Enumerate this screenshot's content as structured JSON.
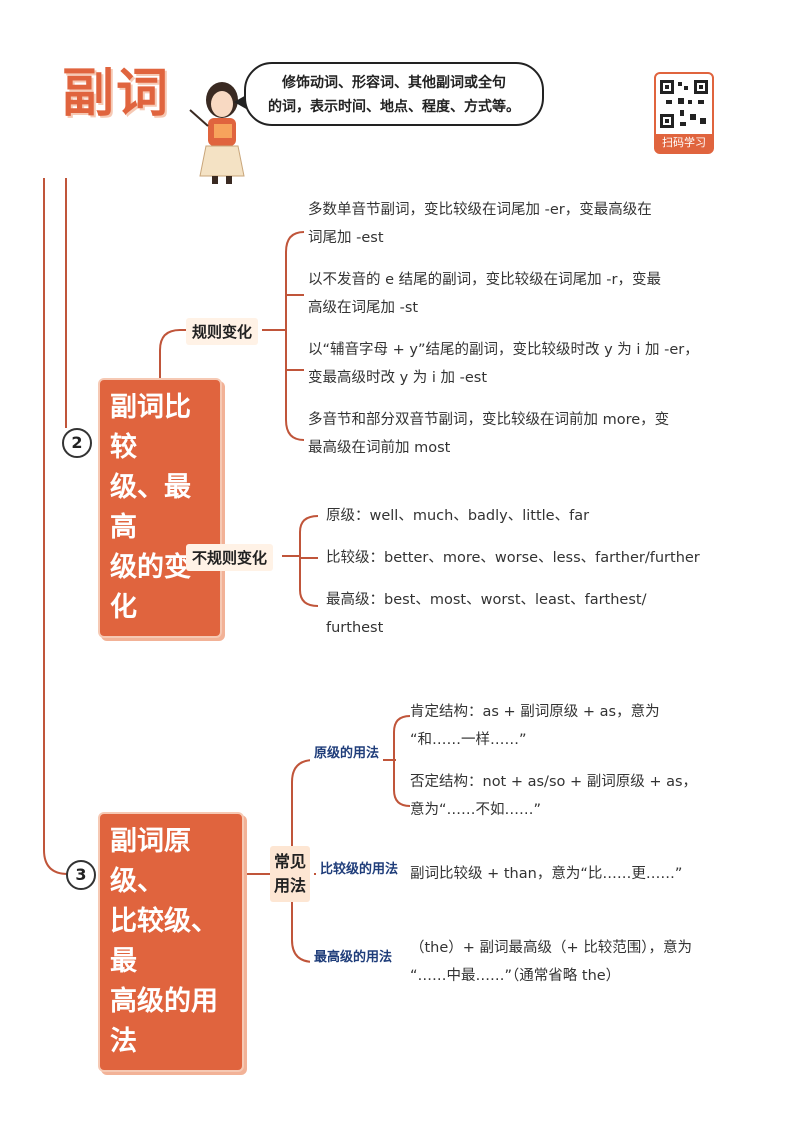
{
  "header": {
    "title": "副词",
    "bubble_line1": "修饰动词、形容词、其他副词或全句",
    "bubble_line2": "的词，表示时间、地点、程度、方式等。",
    "qr_label": "扫码学习"
  },
  "section2": {
    "number": "2",
    "topic_line1": "副词比较",
    "topic_line2": "级、最高",
    "topic_line3": "级的变化",
    "regular_label": "规则变化",
    "irregular_label": "不规则变化",
    "regular_items": [
      {
        "l1": "多数单音节副词，变比较级在词尾加 -er，变最高级在",
        "l2": "词尾加 -est"
      },
      {
        "l1": "以不发音的 e 结尾的副词，变比较级在词尾加 -r，变最",
        "l2": "高级在词尾加 -st"
      },
      {
        "l1": "以“辅音字母 + y”结尾的副词，变比较级时改 y 为 i 加 -er，",
        "l2": "变最高级时改 y 为 i 加 -est"
      },
      {
        "l1": "多音节和部分双音节副词，变比较级在词前加 more，变",
        "l2": "最高级在词前加 most"
      }
    ],
    "irregular_items": [
      {
        "l1": "原级：well、much、badly、little、far",
        "l2": ""
      },
      {
        "l1": "比较级：better、more、worse、less、farther/further",
        "l2": ""
      },
      {
        "l1": "最高级：best、most、worst、least、farthest/",
        "l2": "furthest"
      }
    ]
  },
  "section3": {
    "number": "3",
    "topic_line1": "副词原级、",
    "topic_line2": "比较级、最",
    "topic_line3": "高级的用法",
    "usage_line1": "常见",
    "usage_line2": "用法",
    "positive_label": "原级的用法",
    "comparative_label": "比较级的用法",
    "superlative_label": "最高级的用法",
    "positive_items": [
      {
        "l1": "肯定结构：as + 副词原级 + as，意为",
        "l2": "“和……一样……”"
      },
      {
        "l1": "否定结构：not + as/so + 副词原级 + as，",
        "l2": "意为“……不如……”"
      }
    ],
    "comparative_item": "副词比较级 + than，意为“比……更……”",
    "superlative_l1": "（the）+ 副词最高级（+ 比较范围），意为",
    "superlative_l2": "“……中最……”（通常省略 the）"
  },
  "colors": {
    "accent": "#e0643e",
    "line": "#c0553a",
    "label_blue": "#1f3d7a"
  }
}
